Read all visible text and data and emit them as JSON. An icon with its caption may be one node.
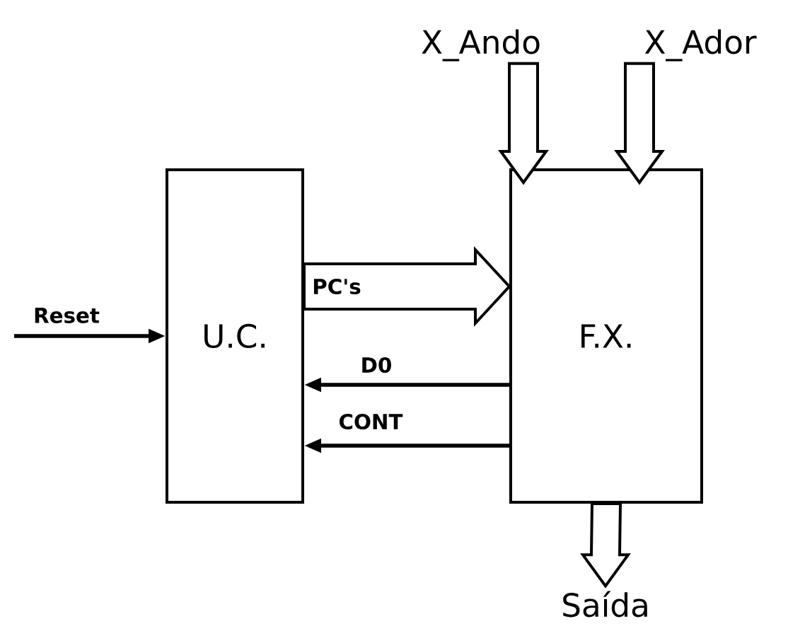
{
  "diagram": {
    "nodes": [
      {
        "text": [
          "U.C."
        ]
      },
      {
        "text": [
          "F.X."
        ]
      },
      {
        "text": [
          "X_Ando"
        ]
      },
      {
        "text": [
          "X_Ador"
        ]
      },
      {
        "text": [
          "Saída"
        ]
      }
    ],
    "edges": [
      {
        "from": null,
        "to": 0,
        "arrow": "to",
        "label": "Reset"
      },
      {
        "from": 2,
        "to": 1,
        "arrow": "to",
        "style": "thick"
      },
      {
        "from": 3,
        "to": 1,
        "arrow": "to",
        "style": "thick"
      },
      {
        "from": 0,
        "to": 1,
        "arrow": "to",
        "style": "thick",
        "label": "PC's"
      },
      {
        "from": 1,
        "to": 0,
        "arrow": "to",
        "label": "D0"
      },
      {
        "from": 1,
        "to": 0,
        "arrow": "to",
        "label": "CONT"
      },
      {
        "from": 1,
        "to": 4,
        "arrow": "to",
        "style": "thick"
      }
    ]
  }
}
